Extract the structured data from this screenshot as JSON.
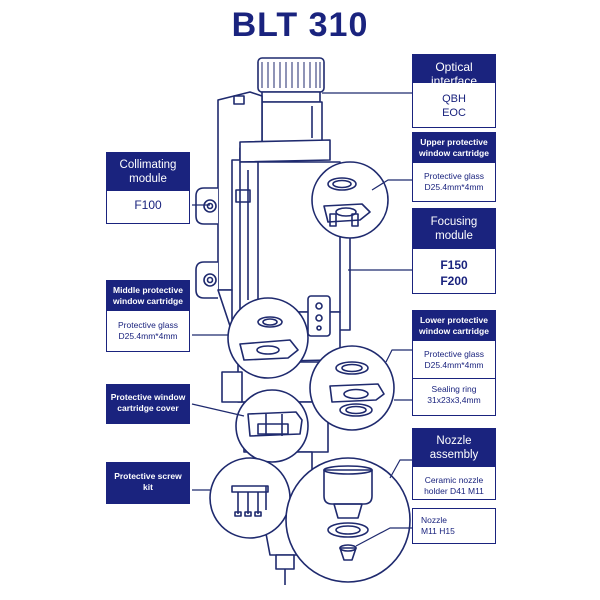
{
  "title": "BLT 310",
  "colors": {
    "navy": "#1a237e",
    "line": "#1f2a6e",
    "background": "#ffffff"
  },
  "callouts": {
    "optical_interface": {
      "header": "Optical interface",
      "lines": [
        "QBH",
        "EOC"
      ]
    },
    "upper_window": {
      "header": "Upper protective window cartridge",
      "lines": [
        "Protective glass",
        "D25.4mm*4mm"
      ]
    },
    "collimating": {
      "header": "Collimating module",
      "lines": [
        "F100"
      ]
    },
    "focusing": {
      "header": "Focusing module",
      "lines": [
        "F150",
        "F200"
      ]
    },
    "middle_window": {
      "header": "Middle protective window cartridge",
      "lines": [
        "Protective glass",
        "D25.4mm*4mm"
      ]
    },
    "lower_window": {
      "header": "Lower protective window cartridge",
      "lines": [
        "Protective glass",
        "D25.4mm*4mm"
      ],
      "lines2": [
        "Sealing ring",
        "31x23x3,4mm"
      ]
    },
    "cover": {
      "header": "Protective window cartridge cover"
    },
    "nozzle_assembly": {
      "header": "Nozzle assembly",
      "lines": [
        "Ceramic nozzle",
        "holder D41 M11"
      ]
    },
    "nozzle": {
      "lines": [
        "Nozzle",
        "M11 H15"
      ]
    },
    "screw_kit": {
      "header": "Protective screw kit"
    }
  }
}
